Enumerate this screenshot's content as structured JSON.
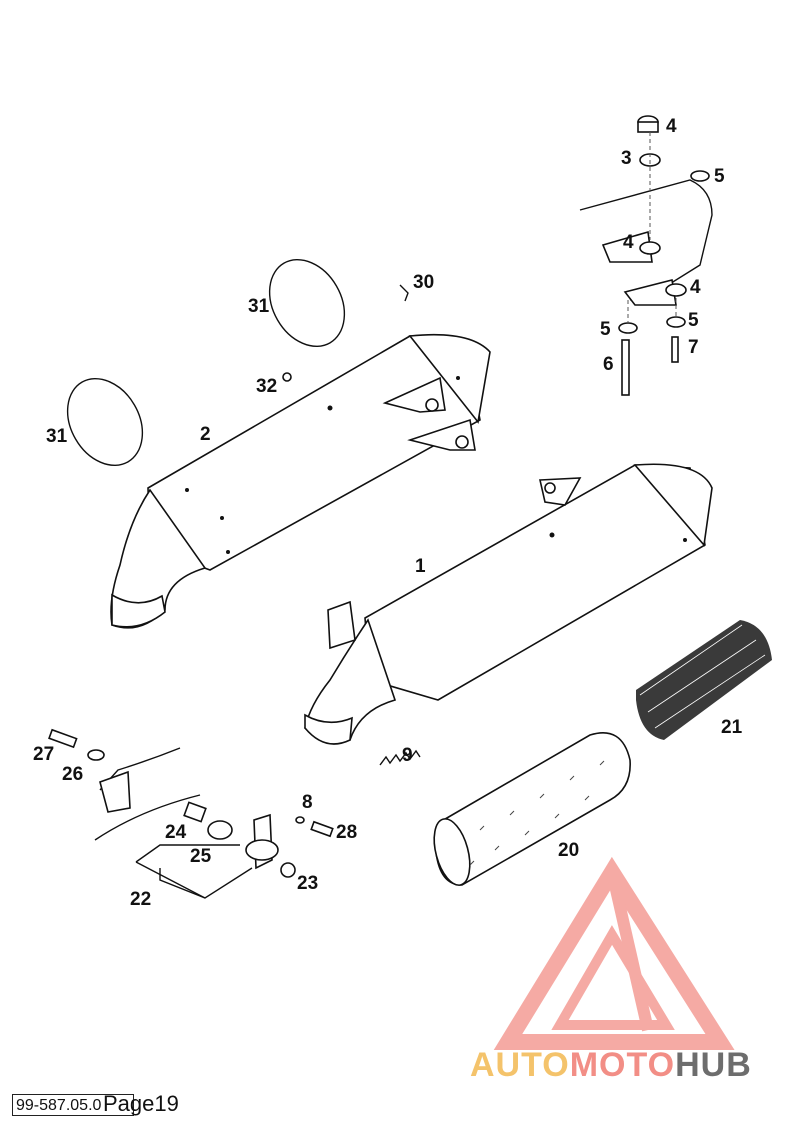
{
  "callouts": [
    "1",
    "2",
    "3",
    "4",
    "5",
    "6",
    "7",
    "8",
    "9",
    "20",
    "21",
    "22",
    "23",
    "24",
    "25",
    "26",
    "27",
    "28",
    "30",
    "31",
    "32"
  ],
  "footer": {
    "doc_code": "99-587.05.0",
    "page": "Page19"
  },
  "watermark": {
    "part1": "AUTO",
    "part2": "MOTO",
    "part3": "HUB",
    "color_a": "#f4c36b",
    "color_b": "#f28e86",
    "color_c": "#6d6d6d"
  }
}
